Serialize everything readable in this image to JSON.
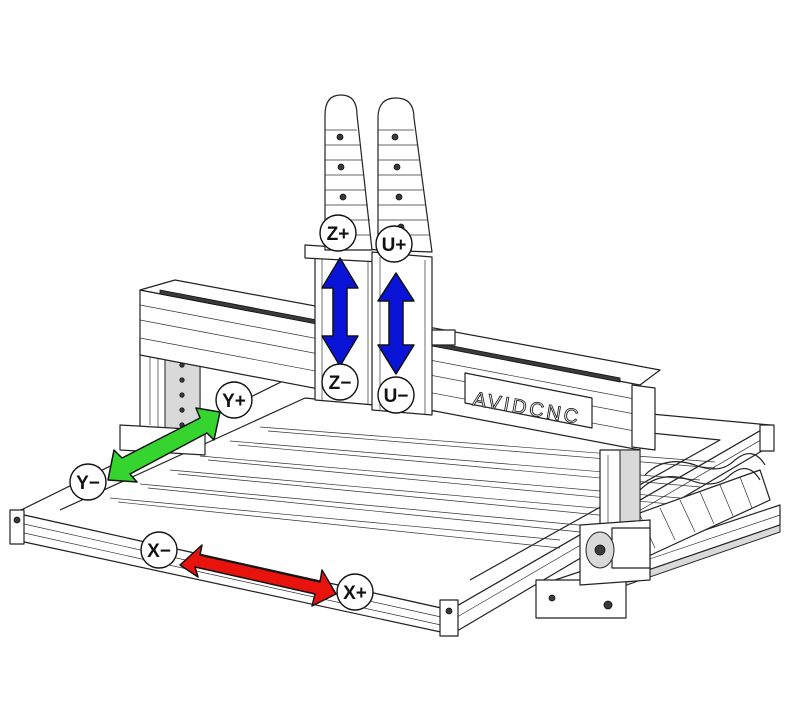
{
  "brand_text": "AVIDCNC",
  "colors": {
    "x_axis_arrow": "#e8130c",
    "y_axis_arrow": "#35d42e",
    "z_axis_arrow": "#0a14d6",
    "u_axis_arrow": "#0a14d6",
    "line_art": "#222222"
  },
  "axes": {
    "x_minus": "X−",
    "x_plus": "X+",
    "y_minus": "Y−",
    "y_plus": "Y+",
    "z_plus": "Z+",
    "z_minus": "Z−",
    "u_plus": "U+",
    "u_minus": "U−"
  }
}
